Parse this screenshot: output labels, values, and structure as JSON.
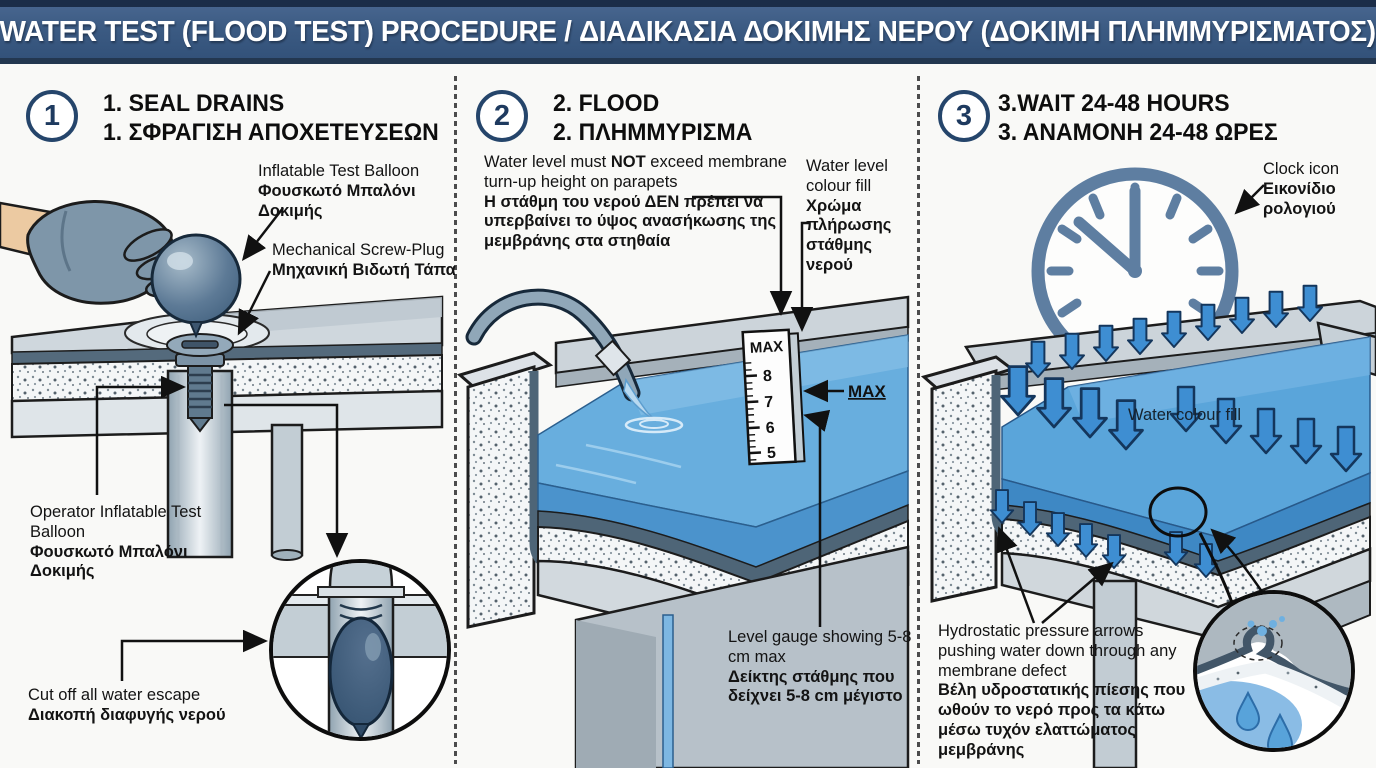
{
  "title": "WATER TEST (FLOOD TEST) PROCEDURE / ΔΙΑΔΙΚΑΣΙΑ ΔΟΚΙΜΗΣ ΝΕΡΟΥ (ΔΟΚΙΜΗ ΠΛΗΜΜΥΡΙΣΜΑΤΟΣ)",
  "colors": {
    "header_bg": "#3b5a82",
    "header_border": "#1b2d48",
    "step_circle": "#25456b",
    "water_light": "#68aede",
    "water_dark": "#4b93cc",
    "pressure_arrow": "#3e8ed2",
    "clock_gray_blue": "#5e7ea1",
    "steel_gray": "#ccd4da",
    "membrane_gray": "#4e6577"
  },
  "step1": {
    "number": "1",
    "title_en": "1. SEAL DRAINS",
    "title_el": "1. ΣΦΡΑΓΙΣΗ ΑΠΟΧΕΤΕΥΣΕΩΝ",
    "labels": {
      "balloon_en": "Inflatable Test Balloon",
      "balloon_el": "Φουσκωτό Μπαλόνι Δοκιμής",
      "plug_en": "Mechanical Screw-Plug",
      "plug_el": "Μηχανική Βιδωτή Τάπα",
      "operator_en": "Operator Inflatable Test Balloon",
      "operator_el": "Φουσκωτό Μπαλόνι Δοκιμής",
      "cutoff_en": "Cut off all water escape",
      "cutoff_el": "Διακοπή διαφυγής νερού"
    }
  },
  "step2": {
    "number": "2",
    "title_en": "2. FLOOD",
    "title_el": "2. ΠΛΗΜΜΥΡΙΣΜΑ",
    "note_en_pre": "Water level must ",
    "note_en_bold": "NOT",
    "note_en_post": " exceed membrane turn-up height on parapets",
    "note_el": "Η στάθμη του νερού ΔΕΝ πρέπει να υπερβαίνει το ύψος ανασήκωσης της μεμβράνης στα στηθαία",
    "fill_label_en": "Water level colour fill",
    "fill_label_el": "Χρώμα πλήρωσης στάθμης νερού",
    "gauge_max": "MAX",
    "gauge_ticks": [
      "8",
      "7",
      "6",
      "5"
    ],
    "max_callout": "MAX",
    "gauge_note_en": "Level gauge showing 5-8 cm max",
    "gauge_note_el": "Δείκτης στάθμης που δείχνει 5-8 cm μέγιστο"
  },
  "step3": {
    "number": "3",
    "title_en": "3.WAIT 24-48 HOURS",
    "title_el": "3. ΑΝΑΜΟΝΗ 24-48 ΩΡΕΣ",
    "clock_label_en": "Clock icon",
    "clock_label_el": "Εικονίδιο ρολογιού",
    "water_fill_label": "Water colour fill",
    "pressure_note_en": "Hydrostatic pressure arrows pushing water down through any membrane defect",
    "pressure_note_el": "Βέλη υδροστατικής πίεσης που ωθούν το νερό προς τα κάτω μέσω τυχόν ελαττώματος μεμβράνης"
  }
}
